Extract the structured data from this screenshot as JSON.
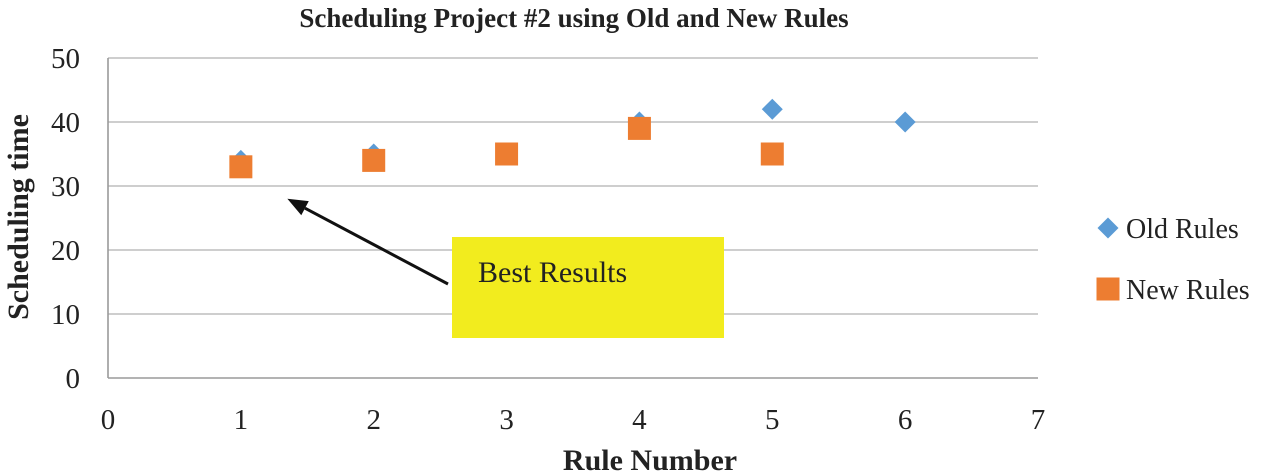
{
  "chart_data": {
    "type": "scatter",
    "title": "Scheduling Project #2 using Old and New Rules",
    "xlabel": "Rule Number",
    "ylabel": "Scheduling time",
    "xlim": [
      0,
      7
    ],
    "ylim": [
      0,
      50
    ],
    "xticks": [
      0,
      1,
      2,
      3,
      4,
      5,
      6,
      7
    ],
    "yticks": [
      0,
      10,
      20,
      30,
      40,
      50
    ],
    "grid": "horizontal",
    "legend_position": "right",
    "series": [
      {
        "name": "Old Rules",
        "marker": "diamond",
        "color": "#5b9bd5",
        "points": [
          {
            "x": 1,
            "y": 34
          },
          {
            "x": 2,
            "y": 35
          },
          {
            "x": 3,
            "y": 35
          },
          {
            "x": 4,
            "y": 40
          },
          {
            "x": 5,
            "y": 42
          },
          {
            "x": 6,
            "y": 40
          }
        ]
      },
      {
        "name": "New Rules",
        "marker": "square",
        "color": "#ed7d31",
        "points": [
          {
            "x": 1,
            "y": 33
          },
          {
            "x": 2,
            "y": 34
          },
          {
            "x": 3,
            "y": 35
          },
          {
            "x": 4,
            "y": 39
          },
          {
            "x": 5,
            "y": 35
          }
        ]
      }
    ],
    "annotation": {
      "text": "Best Results",
      "box_color": "#f2ec1e",
      "arrow_target": {
        "x": 1.35,
        "y": 28
      }
    }
  }
}
